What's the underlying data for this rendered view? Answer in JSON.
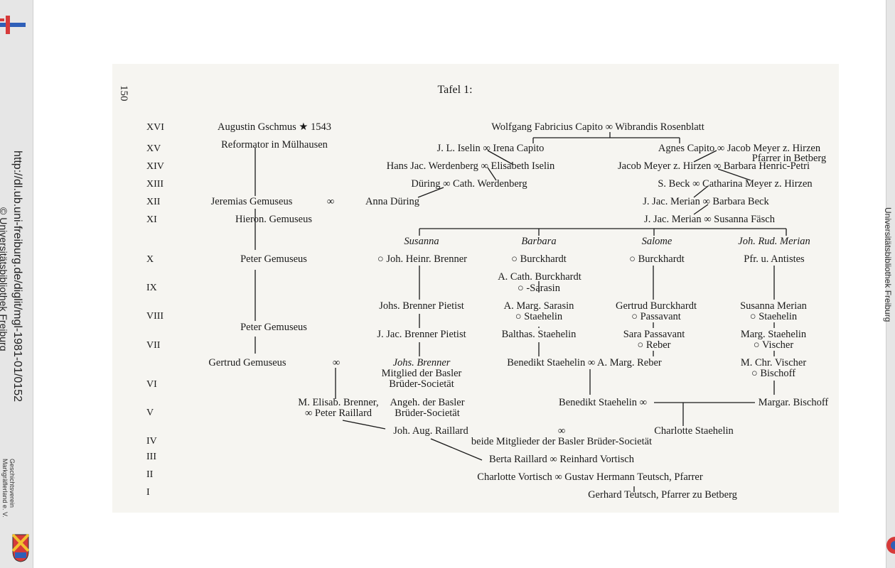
{
  "viewer": {
    "source_url": "http://dl.ub.uni-freiburg.de/diglit/mgl-1981-01/0152",
    "copyright": "© Universitätsbibliothek Freiburg",
    "society": [
      "Geschichtsverein",
      "Markgräflerland e. V."
    ],
    "right_margin_text": "Universitätsbibliothek Freiburg",
    "colors": {
      "strip": "#e6e6e6",
      "page": "#f6f5f1",
      "flag_red": "#d63a3a",
      "flag_blue": "#2f5fb8"
    }
  },
  "page": {
    "number": "150",
    "title": "Tafel 1:"
  },
  "generations": [
    "XVI",
    "XV",
    "XIV",
    "XIII",
    "XII",
    "XI",
    "X",
    "IX",
    "VIII",
    "VII",
    "VI",
    "V",
    "IV",
    "III",
    "II",
    "I"
  ],
  "entries": [
    {
      "id": "gschmus",
      "text": "Augustin Gschmus ★ 1543"
    },
    {
      "id": "reformator",
      "text": "Reformator in Mülhausen"
    },
    {
      "id": "jeremias",
      "text": "Jeremias Gemuseus"
    },
    {
      "id": "jeremias-ring",
      "text": "∞"
    },
    {
      "id": "anna-during",
      "text": "Anna Düring"
    },
    {
      "id": "hieron",
      "text": "Hieron. Gemuseus"
    },
    {
      "id": "peter1",
      "text": "Peter Gemuseus"
    },
    {
      "id": "peter2",
      "text": "Peter Gemuseus"
    },
    {
      "id": "gertrud",
      "text": "Gertrud Gemuseus"
    },
    {
      "id": "gertrud-ring",
      "text": "∞"
    },
    {
      "id": "capito",
      "text": "Wolfgang Fabricius Capito ∞ Wibrandis Rosenblatt"
    },
    {
      "id": "iselin",
      "text": "J. L. Iselin ∞ Irena Capito"
    },
    {
      "id": "agnes",
      "text": "Agnes Capito ∞ Jacob Meyer z. Hirzen"
    },
    {
      "id": "pfarrer-betberg",
      "text": "Pfarrer in Betberg"
    },
    {
      "id": "werdenberg",
      "text": "Hans Jac. Werdenberg ∞ Elisabeth Iselin"
    },
    {
      "id": "meyer-henric",
      "text": "Jacob Meyer z. Hirzen ∞ Barbara Henric-Petri"
    },
    {
      "id": "during-cath",
      "text": "Düring ∞ Cath. Werdenberg"
    },
    {
      "id": "beck",
      "text": "S. Beck ∞ Catharina Meyer z. Hirzen"
    },
    {
      "id": "merian-beck",
      "text": "J. Jac. Merian ∞ Barbara Beck"
    },
    {
      "id": "merian-fasch",
      "text": "J. Jac. Merian ∞ Susanna Fäsch"
    },
    {
      "id": "susanna",
      "text": "Susanna"
    },
    {
      "id": "barbara",
      "text": "Barbara"
    },
    {
      "id": "salome",
      "text": "Salome"
    },
    {
      "id": "joh-rud",
      "text": "Joh. Rud. Merian"
    },
    {
      "id": "brenner1",
      "text": "○ Joh. Heinr. Brenner"
    },
    {
      "id": "burckhardt1",
      "text": "○ Burckhardt"
    },
    {
      "id": "burckhardt2",
      "text": "○ Burckhardt"
    },
    {
      "id": "antistes",
      "text": "Pfr. u. Antistes"
    },
    {
      "id": "acath",
      "text": "A. Cath. Burckhardt"
    },
    {
      "id": "sarasin1",
      "text": "○         -Sarasin"
    },
    {
      "id": "johs-brenner-pietist",
      "text": "Johs. Brenner Pietist"
    },
    {
      "id": "amarg-sarasin",
      "text": "A. Marg. Sarasin"
    },
    {
      "id": "staehelin1",
      "text": "○ Staehelin"
    },
    {
      "id": "gertrud-b",
      "text": "Gertrud Burckhardt"
    },
    {
      "id": "passavant1",
      "text": "○ Passavant"
    },
    {
      "id": "susanna-m",
      "text": "Susanna Merian"
    },
    {
      "id": "staehelin2",
      "text": "○ Staehelin"
    },
    {
      "id": "jjac-brenner",
      "text": "J. Jac. Brenner Pietist"
    },
    {
      "id": "balthas",
      "text": "Balthas. Staehelin"
    },
    {
      "id": "sara",
      "text": "Sara Passavant"
    },
    {
      "id": "reber1",
      "text": "○ Reber"
    },
    {
      "id": "marg-st",
      "text": "Marg. Staehelin"
    },
    {
      "id": "vischer1",
      "text": "○ Vischer"
    },
    {
      "id": "johs-brenner2",
      "text": "Johs. Brenner"
    },
    {
      "id": "mitglied",
      "text": "Mitglied der Basler"
    },
    {
      "id": "bruder1",
      "text": "Brüder-Societät"
    },
    {
      "id": "benedikt1",
      "text": "Benedikt Staehelin ∞ A. Marg. Reber"
    },
    {
      "id": "mchr",
      "text": "M. Chr. Vischer"
    },
    {
      "id": "bischoff1",
      "text": "○ Bischoff"
    },
    {
      "id": "melisab",
      "text": "M. Elisab. Brenner,"
    },
    {
      "id": "peter-raillard",
      "text": "∞ Peter Raillard"
    },
    {
      "id": "angeh",
      "text": "Angeh. der Basler"
    },
    {
      "id": "bruder2",
      "text": "Brüder-Societät"
    },
    {
      "id": "benedikt2",
      "text": "Benedikt Staehelin ∞"
    },
    {
      "id": "margar",
      "text": "Margar. Bischoff"
    },
    {
      "id": "joh-aug",
      "text": "Joh. Aug. Raillard"
    },
    {
      "id": "ring-mid",
      "text": "∞"
    },
    {
      "id": "charlotte-st",
      "text": "Charlotte Staehelin"
    },
    {
      "id": "beide",
      "text": "beide Mitglieder der Basler Brüder-Societät"
    },
    {
      "id": "berta",
      "text": "Berta Raillard ∞ Reinhard Vortisch"
    },
    {
      "id": "charlotte-v",
      "text": "Charlotte Vortisch ∞ Gustav Hermann Teutsch, Pfarrer"
    },
    {
      "id": "gerhard",
      "text": "Gerhard Teutsch, Pfarrer zu Betberg"
    }
  ]
}
